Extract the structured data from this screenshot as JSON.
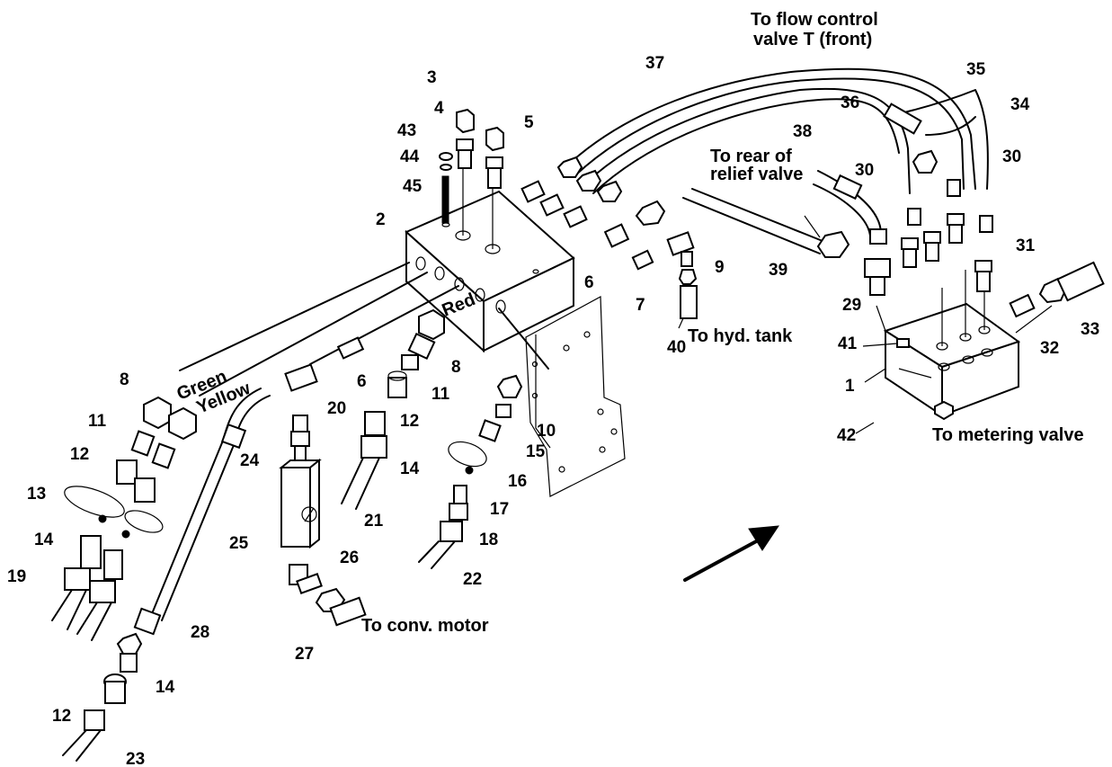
{
  "callouts": [
    "1",
    "2",
    "3",
    "4",
    "5",
    "6",
    "6",
    "7",
    "8",
    "8",
    "9",
    "10",
    "11",
    "11",
    "12",
    "12",
    "12",
    "13",
    "14",
    "14",
    "14",
    "15",
    "16",
    "17",
    "18",
    "19",
    "20",
    "21",
    "22",
    "23",
    "24",
    "25",
    "26",
    "27",
    "28",
    "29",
    "30",
    "30",
    "31",
    "32",
    "33",
    "34",
    "35",
    "36",
    "37",
    "38",
    "39",
    "40",
    "41",
    "42",
    "43",
    "44",
    "45"
  ],
  "notes": {
    "flow_control_line1": "To flow control",
    "flow_control_line2": "valve T (front)",
    "relief_line1": "To rear of",
    "relief_line2": "relief valve",
    "hyd_tank": "To hyd. tank",
    "metering": "To metering valve",
    "conv_motor": "To conv. motor",
    "green": "Green",
    "yellow": "Yellow",
    "red": "Red"
  }
}
